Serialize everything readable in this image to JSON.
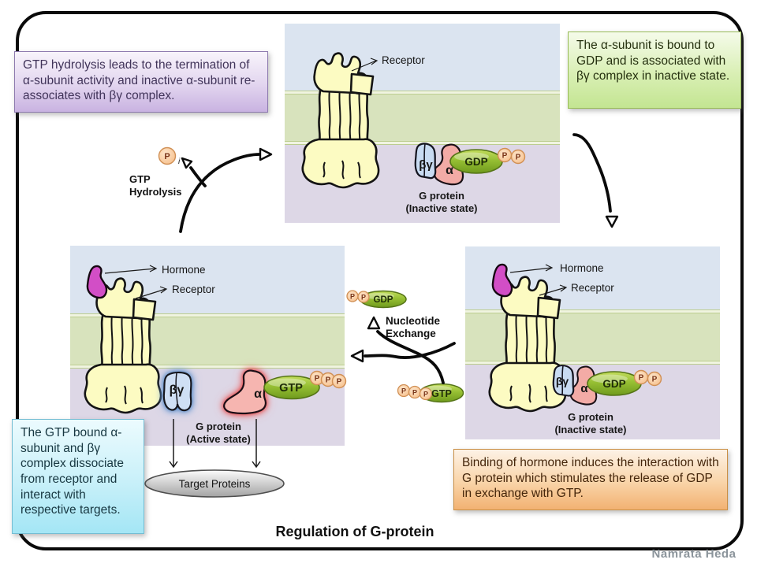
{
  "title": "Regulation of G-protein",
  "signature": "Namrata Heda",
  "notes": {
    "hydrolysis": "GTP hydrolysis leads to the termination of α-subunit activity and inactive α-subunit re-associates with βγ complex.",
    "inactive_state": "The α-subunit is bound to GDP and is associated with βγ complex in inactive state.",
    "dissociation": "The GTP bound α-subunit and βγ complex dissociate from receptor and interact with respective targets.",
    "hormone_binding": "Binding of hormone induces the interaction with G protein which stimulates the release of GDP in exchange with GTP."
  },
  "labels": {
    "receptor": "Receptor",
    "hormone": "Hormone",
    "g_protein": "G protein",
    "inactive_state": "(Inactive state)",
    "active_state": "(Active state)",
    "beta_gamma": "βγ",
    "alpha": "α",
    "gdp": "GDP",
    "gtp": "GTP",
    "p": "P",
    "pi_subscript": "i",
    "target_proteins": "Target Proteins",
    "gtp_hydrolysis": "GTP Hydrolysis",
    "nucleotide_exchange": "Nucleotide Exchange"
  },
  "colors": {
    "extracellular": "#dbe4f0",
    "membrane": "#d8e3bd",
    "membrane_stripe": "#f0f4e1",
    "cytoplasm": "#ddd7e6",
    "receptor_fill": "#fcfbc2",
    "hormone_fill": "#d24ec6",
    "beta_gamma_fill": "#c8dbf2",
    "alpha_fill": "#f3aba6",
    "nucleotide_green": "#8fb92d",
    "phosphate_fill": "#fbd3a7",
    "note_purple": "#c9b3e1",
    "note_green": "#c3e592",
    "note_cyan": "#a4e6f5",
    "note_orange": "#f2b272",
    "active_glow_blue": "#4f81bd",
    "active_glow_red": "#e23c3c"
  }
}
